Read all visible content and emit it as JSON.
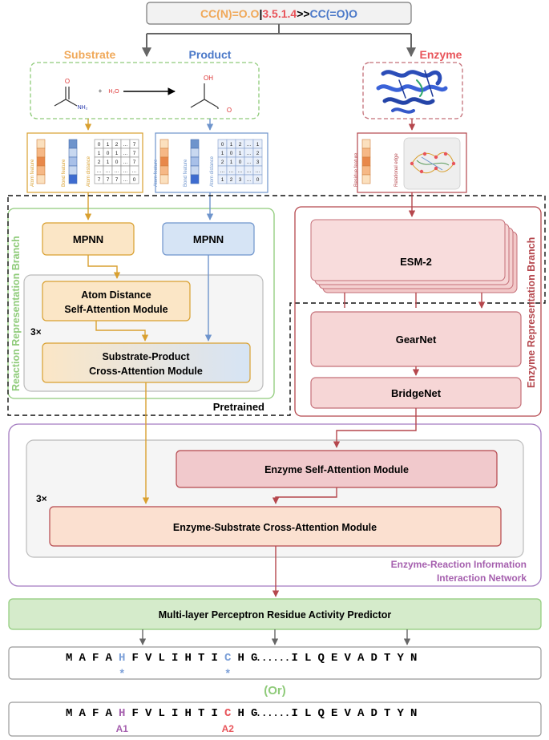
{
  "reaction": {
    "part1": "CC(N)=O.O",
    "sep": "|",
    "ec": "3.5.1.4",
    "arrow": ">>",
    "part2": "CC(=O)O",
    "color_substrate": "#F0A858",
    "color_ec": "#E8545A",
    "color_product": "#4A78C8"
  },
  "headers": {
    "substrate": "Substrate",
    "product": "Product",
    "enzyme": "Enzyme"
  },
  "chemistry": {
    "plus": "+",
    "water": "H₂O",
    "nh2": "NH₂",
    "o": "O",
    "oh": "OH"
  },
  "features": {
    "atom_feature": "Atom feature",
    "bond_feature": "Bond feature",
    "atom_distance": "Atom distance",
    "residue_feature": "Residue feature",
    "relational_edge": "Relational edge",
    "substrate_matrix": [
      [
        "0",
        "1",
        "2",
        "...",
        "7"
      ],
      [
        "1",
        "0",
        "1",
        "...",
        "7"
      ],
      [
        "2",
        "1",
        "0",
        "...",
        "7"
      ],
      [
        "...",
        "...",
        "...",
        "...",
        "..."
      ],
      [
        "7",
        "7",
        "7",
        "...",
        "0"
      ]
    ],
    "product_matrix": [
      [
        "0",
        "1",
        "2",
        "...",
        "1"
      ],
      [
        "1",
        "0",
        "1",
        "...",
        "2"
      ],
      [
        "2",
        "1",
        "0",
        "...",
        "3"
      ],
      [
        "...",
        "...",
        "...",
        "...",
        "..."
      ],
      [
        "1",
        "2",
        "3",
        "...",
        "0"
      ]
    ]
  },
  "reaction_branch": {
    "label": "Reaction Representation Branch",
    "mpnn_left": "MPNN",
    "mpnn_right": "MPNN",
    "atom_distance_l1": "Atom Distance",
    "atom_distance_l2": "Self-Attention Module",
    "repeat": "3×",
    "cross_l1": "Substrate-Product",
    "cross_l2": "Cross-Attention Module",
    "pretrained": "Pretrained"
  },
  "enzyme_branch": {
    "label": "Enzyme Representation Branch",
    "esm": "ESM-2",
    "gearnet": "GearNet",
    "bridgenet": "BridgeNet"
  },
  "interaction": {
    "self_attention": "Enzyme Self-Attention Module",
    "repeat": "3×",
    "cross_attention": "Enzyme-Substrate Cross-Attention Module",
    "label_l1": "Enzyme-Reaction Information",
    "label_l2": "Interaction Network"
  },
  "predictor": {
    "label": "Multi-layer Perceptron Residue Activity Predictor"
  },
  "sequences": {
    "seq1": [
      {
        "c": "M"
      },
      {
        "c": "A"
      },
      {
        "c": "F"
      },
      {
        "c": "A"
      },
      {
        "c": "H",
        "color": "#7B9FD8",
        "mark": "*"
      },
      {
        "c": "F"
      },
      {
        "c": "V"
      },
      {
        "c": "L"
      },
      {
        "c": "I"
      },
      {
        "c": "H"
      },
      {
        "c": "T"
      },
      {
        "c": "I"
      },
      {
        "c": "C",
        "color": "#7B9FD8",
        "mark": "*"
      },
      {
        "c": "H"
      },
      {
        "c": "G"
      },
      {
        "c": "......"
      },
      {
        "c": "I"
      },
      {
        "c": "L"
      },
      {
        "c": "Q"
      },
      {
        "c": "E"
      },
      {
        "c": "V"
      },
      {
        "c": "A"
      },
      {
        "c": "D"
      },
      {
        "c": "T"
      },
      {
        "c": "Y"
      },
      {
        "c": "N"
      }
    ],
    "or": "(Or)",
    "seq2": [
      {
        "c": "M"
      },
      {
        "c": "A"
      },
      {
        "c": "F"
      },
      {
        "c": "A"
      },
      {
        "c": "H",
        "color": "#A55FAE",
        "mark": "A1"
      },
      {
        "c": "F"
      },
      {
        "c": "V"
      },
      {
        "c": "L"
      },
      {
        "c": "I"
      },
      {
        "c": "H"
      },
      {
        "c": "T"
      },
      {
        "c": "I"
      },
      {
        "c": "C",
        "color": "#E8545A",
        "mark": "A2"
      },
      {
        "c": "H"
      },
      {
        "c": "G"
      },
      {
        "c": "......"
      },
      {
        "c": "I"
      },
      {
        "c": "L"
      },
      {
        "c": "Q"
      },
      {
        "c": "E"
      },
      {
        "c": "V"
      },
      {
        "c": "A"
      },
      {
        "c": "D"
      },
      {
        "c": "T"
      },
      {
        "c": "Y"
      },
      {
        "c": "N"
      }
    ]
  }
}
